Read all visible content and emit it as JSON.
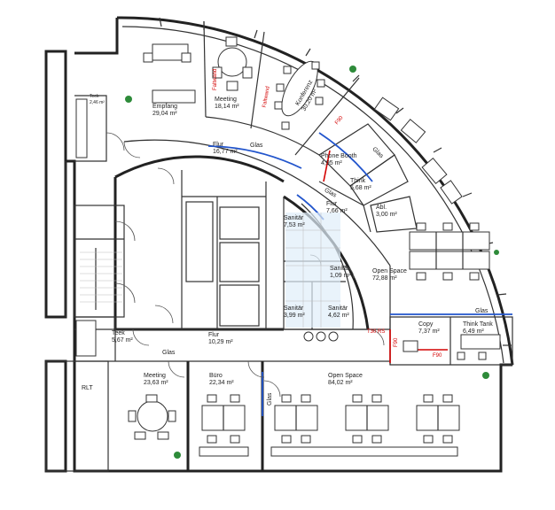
{
  "rooms": {
    "teek_top": {
      "name": "Teek",
      "area": "2,46 m²"
    },
    "empfang": {
      "name": "Empfang",
      "area": "29,04 m²"
    },
    "meeting_top": {
      "name": "Meeting",
      "area": "18,14 m²"
    },
    "konferenz": {
      "name": "Konferenz",
      "area": "30,20 m²"
    },
    "flur_top": {
      "name": "Flur",
      "area": "16,77 m²"
    },
    "phone_booth": {
      "name": "Phone Booth",
      "area": "4,95 m²"
    },
    "think_room": {
      "name": "Think",
      "area": "5,68 m²"
    },
    "flur_mid": {
      "name": "Flur",
      "area": "7,66 m²"
    },
    "ab": {
      "name": "Abl.",
      "area": "3,00 m²"
    },
    "sanitaer_a": {
      "name": "Sanitär",
      "area": "7,53 m²"
    },
    "sanitaer_b": {
      "name": "Sanitär",
      "area": "1,09 m²"
    },
    "sanitaer_c": {
      "name": "Sanitär",
      "area": "3,99 m²"
    },
    "sanitaer_d": {
      "name": "Sanitär",
      "area": "4,62 m²"
    },
    "open_space_right": {
      "name": "Open Space",
      "area": "72,88 m²"
    },
    "copy": {
      "name": "Copy",
      "area": "7,37 m²"
    },
    "think_tank": {
      "name": "Think Tank",
      "area": "6,49 m²"
    },
    "teek_bottom": {
      "name": "Teek",
      "area": "5,67 m²"
    },
    "flur_bottom": {
      "name": "Flur",
      "area": "10,29 m²"
    },
    "meeting_bottom": {
      "name": "Meeting",
      "area": "23,63 m²"
    },
    "buero": {
      "name": "Büro",
      "area": "22,34 m²"
    },
    "open_space_bottom": {
      "name": "Open Space",
      "area": "84,02 m²"
    }
  },
  "annotations": {
    "glas_1": "Glas",
    "glas_2": "Glas",
    "glas_3": "Glas",
    "glas_4": "Glas",
    "glas_5": "Glas",
    "glas_6": "Glas",
    "faltwand_1": "Faltwand",
    "faltwand_2": "Faltwand",
    "f90_1": "F90",
    "f90_2": "F90",
    "f90_3": "F90",
    "t30_rs": "T30 RS",
    "rlt": "RLT"
  }
}
